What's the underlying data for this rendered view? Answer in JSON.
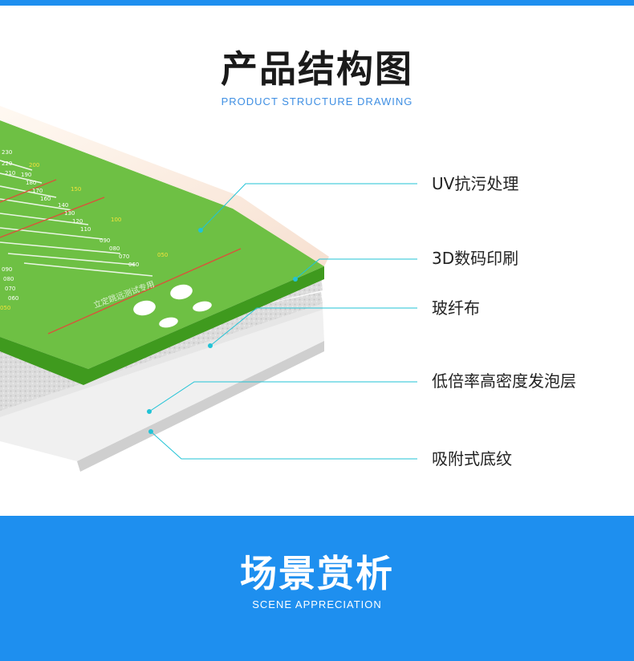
{
  "header": {
    "title": "产品结构图",
    "subtitle": "PRODUCT STRUCTURE DRAWING"
  },
  "layers": [
    "UV抗污处理",
    "3D数码印刷",
    "玻纤布",
    "低倍率高密度发泡层",
    "吸附式底纹"
  ],
  "mat": {
    "caption": "立定跳远测试专用",
    "numbers_left": [
      "230",
      "220",
      "210",
      "200",
      "190",
      "180",
      "170",
      "160",
      "150"
    ],
    "numbers_mid": [
      "140",
      "130",
      "120",
      "110",
      "100",
      "090",
      "080",
      "070",
      "060",
      "050"
    ],
    "numbers_bottom": [
      "090",
      "080",
      "070",
      "060",
      "050"
    ]
  },
  "section": {
    "title": "场景赏析",
    "subtitle": "SCENE APPRECIATION"
  },
  "colors": {
    "accent_blue": "#1e8fef",
    "mat_green": "#6ec044",
    "leader_cyan": "#21c3d6"
  }
}
